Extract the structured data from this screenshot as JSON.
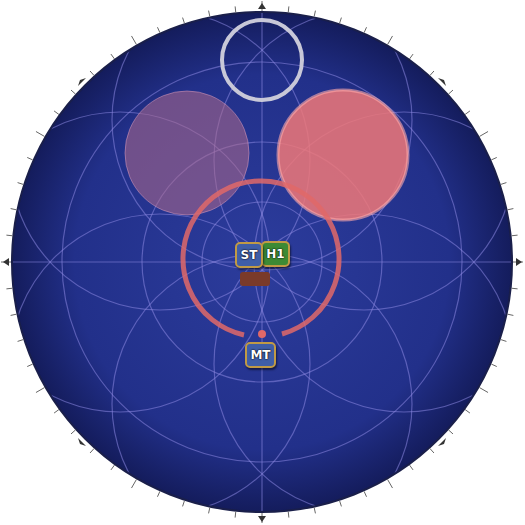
{
  "diagram": {
    "nodes": [
      {
        "text": [
          "ST"
        ]
      },
      {
        "text": [
          "H1"
        ]
      },
      {
        "text": [
          "MT"
        ]
      }
    ]
  }
}
